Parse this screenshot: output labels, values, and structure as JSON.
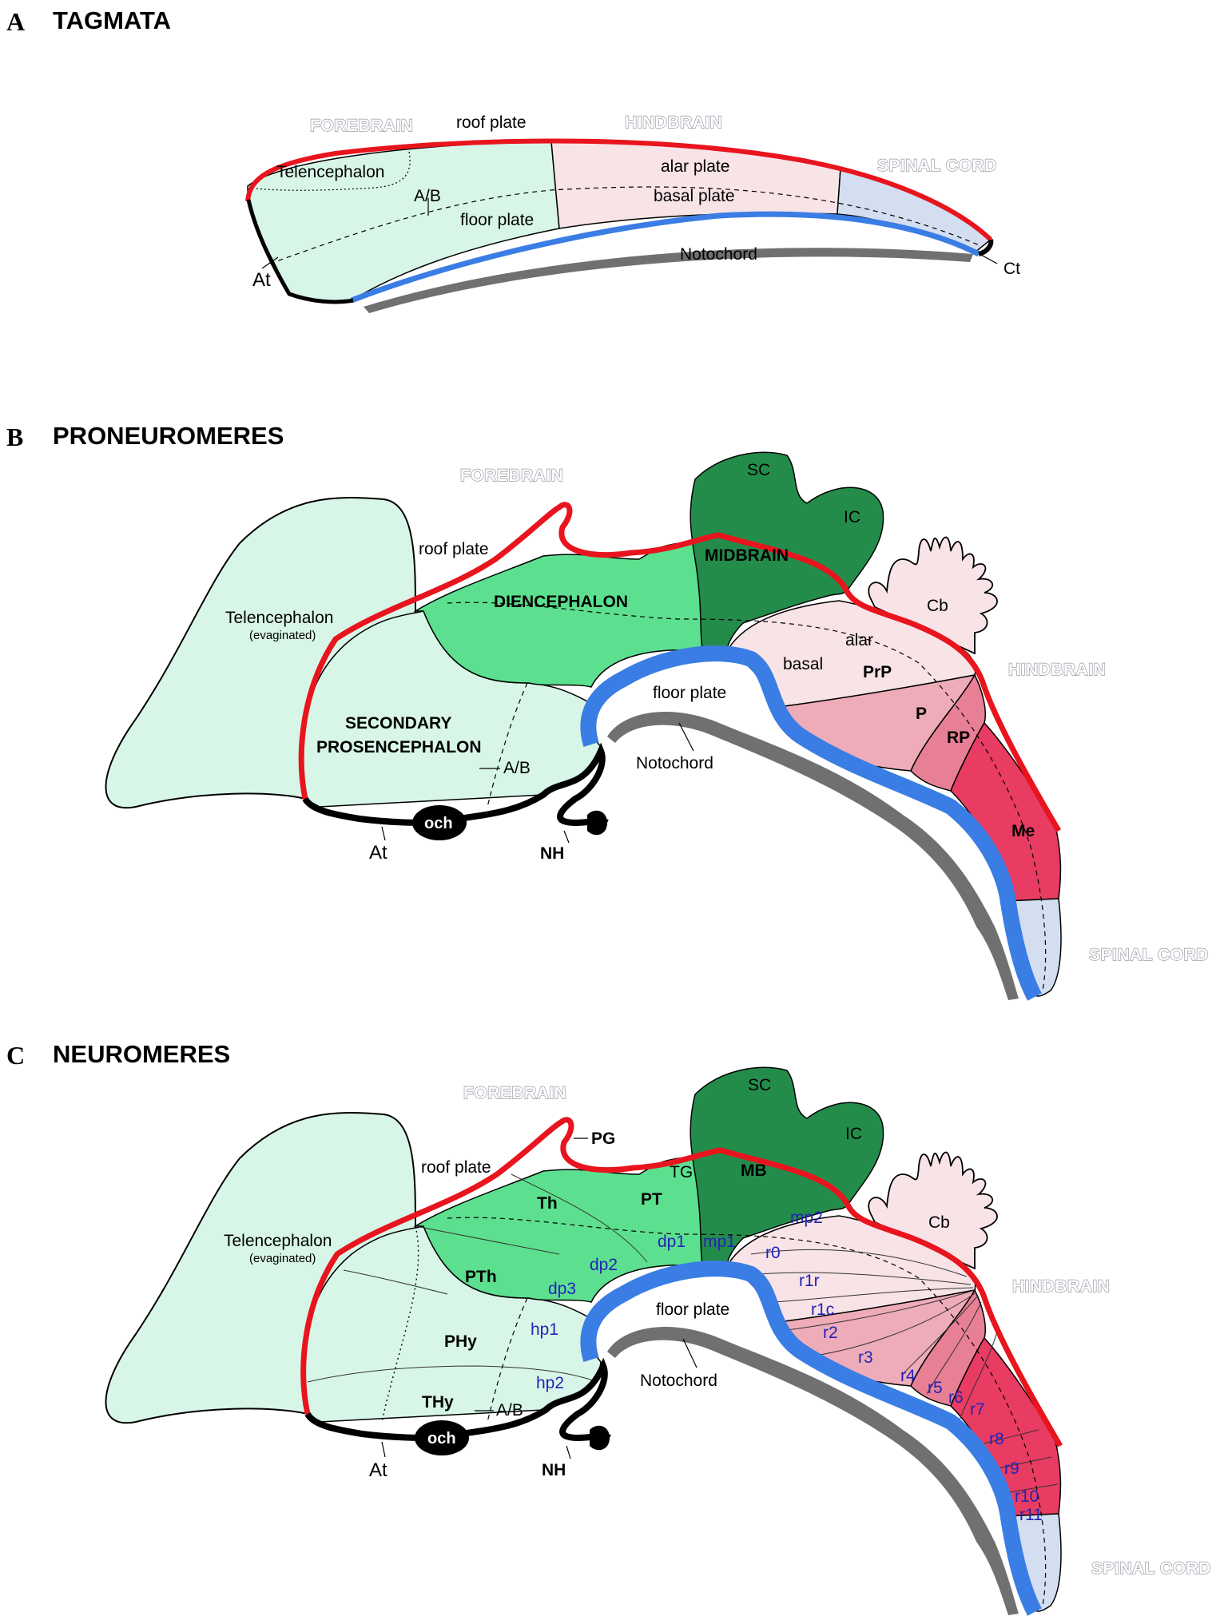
{
  "colors": {
    "forebrain_light": "#d8f6e7",
    "diencephalon": "#5ce08f",
    "midbrain": "#248c4b",
    "hindbrain_light": "#f8e3e7",
    "prepontine": "#eeacb9",
    "retropontine": "#e88095",
    "medulla": "#e83c62",
    "spinal_cord": "#d3def0",
    "roof_plate": "#e8141e",
    "floor_plate": "#3a7de4",
    "notochord": "#707070"
  },
  "panelA": {
    "letter": "A",
    "title": "TAGMATA",
    "labels": {
      "forebrain": "FOREBRAIN",
      "hindbrain": "HINDBRAIN",
      "spinal_cord": "SPINAL CORD",
      "roof_plate": "roof plate",
      "telencephalon": "Telencephalon",
      "ab": "A/B",
      "floor_plate": "floor plate",
      "alar_plate": "alar plate",
      "basal_plate": "basal plate",
      "notochord": "Notochord",
      "at": "At",
      "ct": "Ct"
    }
  },
  "panelB": {
    "letter": "B",
    "title": "PRONEUROMERES",
    "labels": {
      "forebrain": "FOREBRAIN",
      "hindbrain": "HINDBRAIN",
      "spinal_cord": "SPINAL CORD",
      "sc": "SC",
      "ic": "IC",
      "midbrain": "MIDBRAIN",
      "diencephalon": "DIENCEPHALON",
      "roof_plate": "roof plate",
      "telencephalon": "Telencephalon",
      "evaginated": "(evaginated)",
      "secondary": "SECONDARY",
      "prosencephalon": "PROSENCEPHALON",
      "ab": "A/B",
      "at": "At",
      "och": "och",
      "nh": "NH",
      "floor_plate": "floor plate",
      "notochord": "Notochord",
      "cb": "Cb",
      "alar": "alar",
      "basal": "basal",
      "prp": "PrP",
      "p": "P",
      "rp": "RP",
      "me": "Me"
    }
  },
  "panelC": {
    "letter": "C",
    "title": "NEUROMERES",
    "labels": {
      "forebrain": "FOREBRAIN",
      "hindbrain": "HINDBRAIN",
      "spinal_cord": "SPINAL CORD",
      "sc": "SC",
      "ic": "IC",
      "pg": "PG",
      "tg": "TG",
      "mb": "MB",
      "roof_plate": "roof plate",
      "telencephalon": "Telencephalon",
      "evaginated": "(evaginated)",
      "th": "Th",
      "pt": "PT",
      "pth": "PTh",
      "phy": "PHy",
      "thy": "THy",
      "ab": "A/B",
      "at": "At",
      "och": "och",
      "nh": "NH",
      "floor_plate": "floor plate",
      "notochord": "Notochord",
      "cb": "Cb",
      "mp2": "mp2",
      "mp1": "mp1",
      "dp1": "dp1",
      "dp2": "dp2",
      "dp3": "dp3",
      "hp1": "hp1",
      "hp2": "hp2",
      "r0": "r0",
      "r1r": "r1r",
      "r1c": "r1c",
      "r2": "r2",
      "r3": "r3",
      "r4": "r4",
      "r5": "r5",
      "r6": "r6",
      "r7": "r7",
      "r8": "r8",
      "r9": "r9",
      "r10": "r10",
      "r11": "r11"
    }
  }
}
